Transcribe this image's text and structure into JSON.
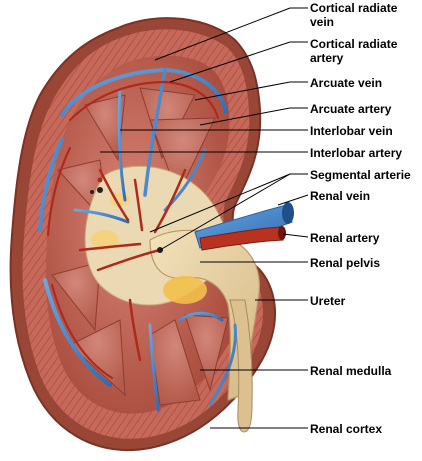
{
  "labels": {
    "cortical_radiate_vein": "Cortical radiate vein",
    "cortical_radiate_artery": "Cortical radiate artery",
    "arcuate_vein": "Arcuate vein",
    "arcuate_artery": "Arcuate artery",
    "interlobar_vein": "Interlobar vein",
    "interlobar_artery": "Interlobar artery",
    "segmental_arterie": "Segmental arterie",
    "renal_vein": "Renal vein",
    "renal_artery": "Renal artery",
    "renal_pelvis": "Renal pelvis",
    "ureter": "Ureter",
    "renal_medulla": "Renal medulla",
    "renal_cortex": "Renal cortex"
  },
  "colors": {
    "capsule": "#9c4a3a",
    "cortex": "#c8685a",
    "medulla": "#b85a4c",
    "sinus": "#ece0c0",
    "pelvis": "#e8d3a6",
    "vein": "#3b7fc8",
    "artery": "#b02a1c",
    "fat": "#f2c04a",
    "leader_line": "#000000"
  }
}
